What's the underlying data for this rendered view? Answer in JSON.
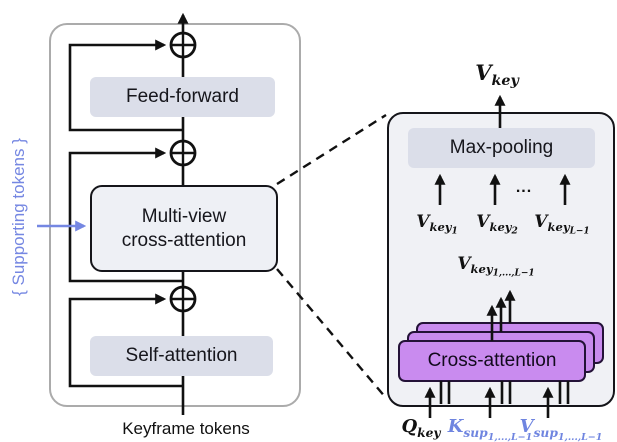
{
  "colors": {
    "lavender_box_fill": "#dbdee9",
    "right_panel_fill": "#f0f1f5",
    "multi_view_box_fill": "#eef0f5",
    "purple_box_fill": "#c98bef",
    "purple_box_border": "#241238",
    "blue_accent": "#7587e2",
    "outer_panel_border": "#ababab",
    "wire_color": "#111111"
  },
  "left_panel": {
    "feed_forward_label": "Feed-forward",
    "multi_view_line1": "Multi-view",
    "multi_view_line2": "cross-attention",
    "self_attention_label": "Self-attention",
    "input_label": "Keyframe tokens",
    "supporting_label": "{ Supporting tokens }"
  },
  "right_panel": {
    "max_pooling_label": "Max-pooling",
    "cross_attention_label": "Cross-attention",
    "ellipsis": "...",
    "output": {
      "base": "V",
      "sub": "key"
    },
    "vkey1": {
      "base": "V",
      "sub": "key",
      "subsub": "1"
    },
    "vkey2": {
      "base": "V",
      "sub": "key",
      "subsub": "2"
    },
    "vkeyL": {
      "base": "V",
      "sub": "key",
      "subsub": "L−1"
    },
    "vkey_all": {
      "base": "V",
      "sub": "key",
      "subsub": "1,...,L−1"
    },
    "q_input": {
      "base": "Q",
      "sub": "key"
    },
    "k_input": {
      "base": "K",
      "sub": "sup",
      "subsub": "1,...,L−1"
    },
    "v_input": {
      "base": "V",
      "sub": "sup",
      "subsub": "1,...,L−1"
    }
  }
}
